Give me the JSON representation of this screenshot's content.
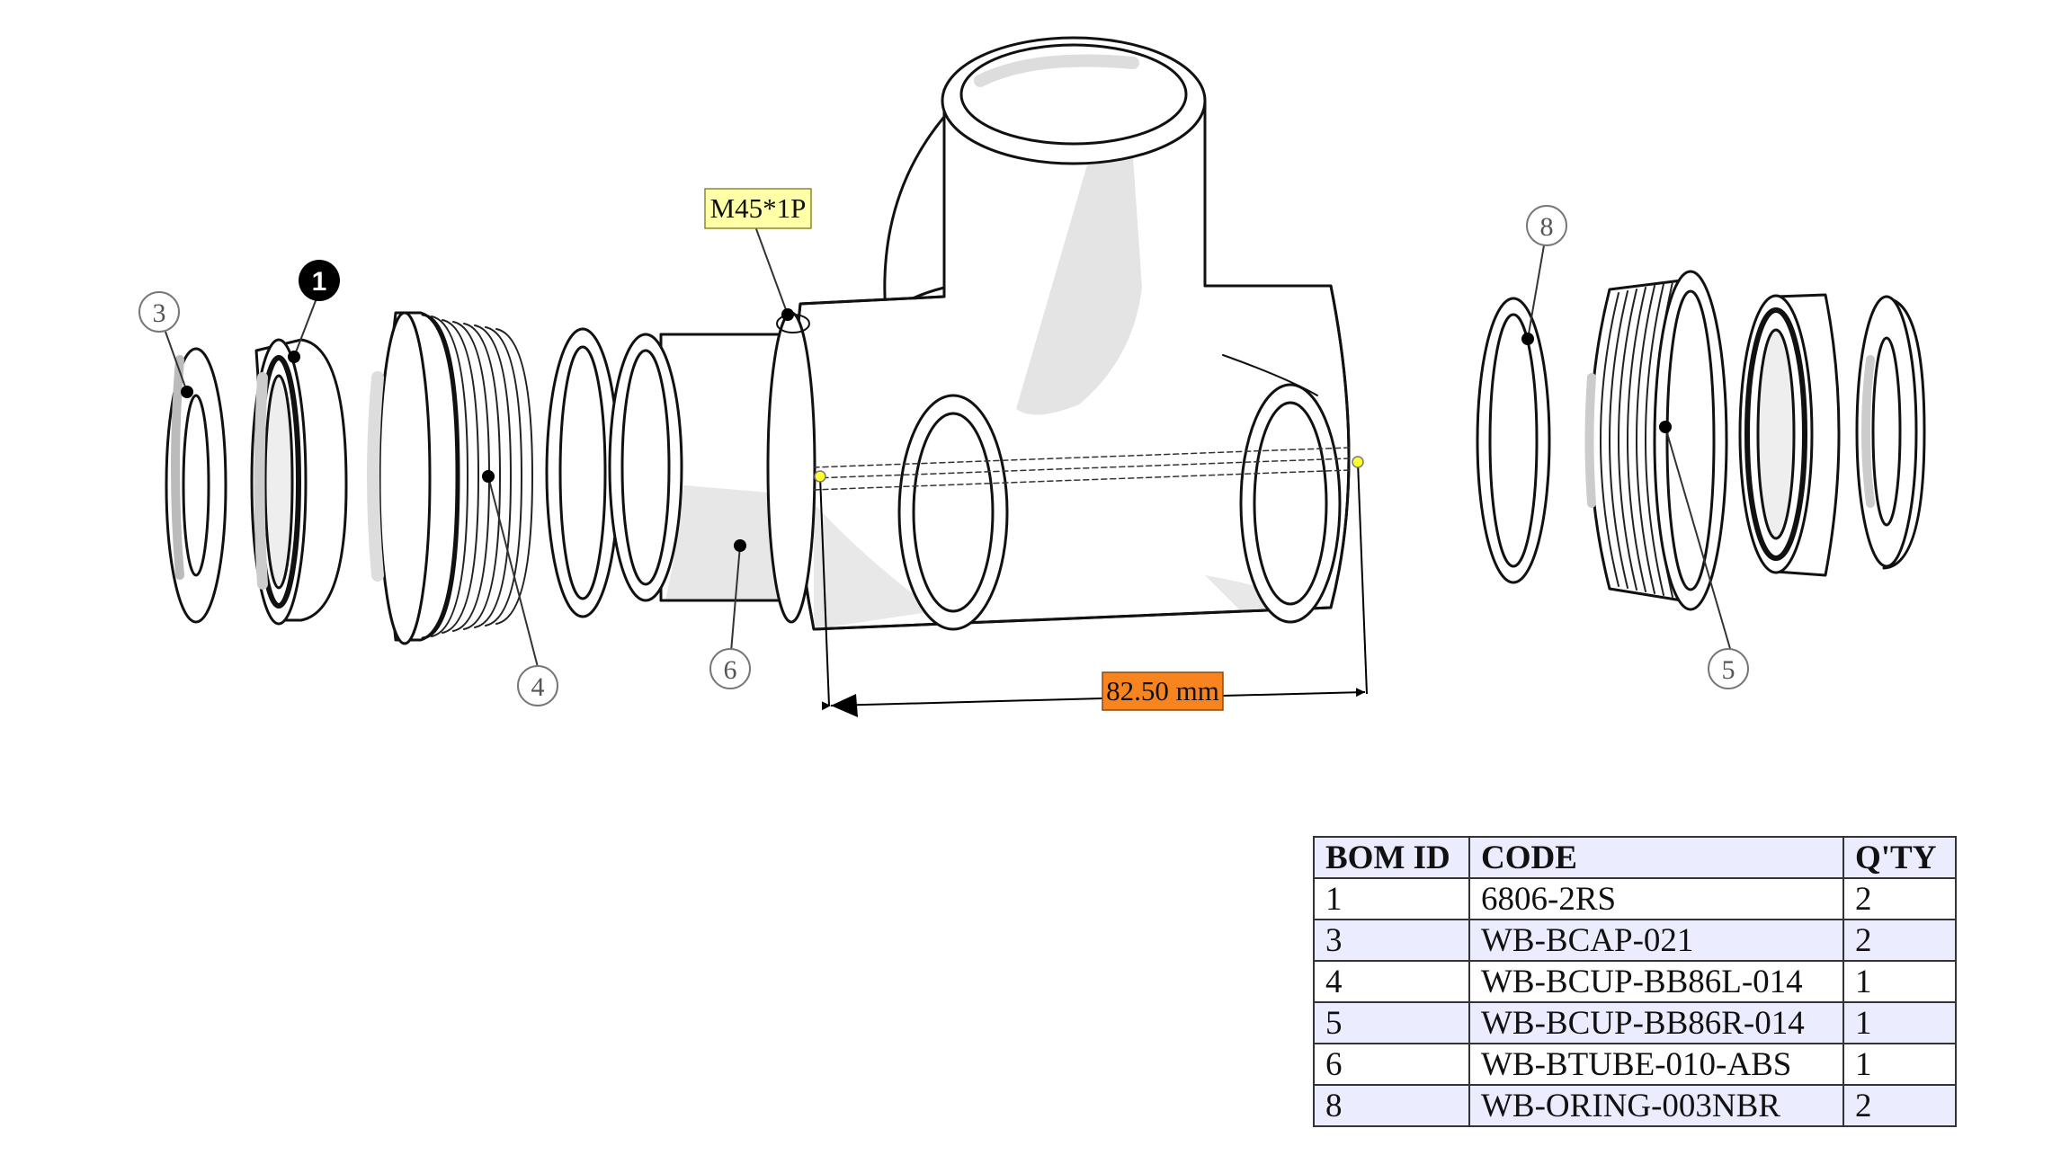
{
  "callouts": {
    "thread_spec": "M45*1P",
    "dimension": "82.50 mm",
    "balloons": [
      {
        "id": "3",
        "selected": false
      },
      {
        "id": "1",
        "selected": true
      },
      {
        "id": "4",
        "selected": false
      },
      {
        "id": "6",
        "selected": false
      },
      {
        "id": "8",
        "selected": false
      },
      {
        "id": "5",
        "selected": false
      }
    ]
  },
  "colors": {
    "thread_label_bg": "#ffffa8",
    "dimension_label_bg": "#f7841f",
    "selected_balloon": "#000000",
    "bom_stripe": "#ececff"
  },
  "bom": {
    "headers": [
      "BOM ID",
      "CODE",
      "Q'TY"
    ],
    "rows": [
      [
        "1",
        "6806-2RS",
        "2"
      ],
      [
        "3",
        "WB-BCAP-021",
        "2"
      ],
      [
        "4",
        "WB-BCUP-BB86L-014",
        "1"
      ],
      [
        "5",
        "WB-BCUP-BB86R-014",
        "1"
      ],
      [
        "6",
        "WB-BTUBE-010-ABS",
        "1"
      ],
      [
        "8",
        "WB-ORING-003NBR",
        "2"
      ]
    ]
  }
}
